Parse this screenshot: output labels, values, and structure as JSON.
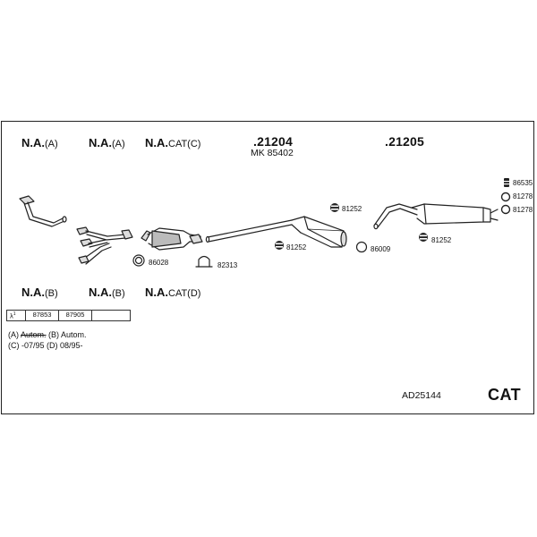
{
  "labels": {
    "na_a1": {
      "main": "N.A.",
      "suffix": "(A)"
    },
    "na_a2": {
      "main": "N.A.",
      "suffix": "(A)"
    },
    "na_cat_c": {
      "main": "N.A.",
      "suffix": "CAT(C)"
    },
    "na_b1": {
      "main": "N.A.",
      "suffix": "(B)"
    },
    "na_b2": {
      "main": "N.A.",
      "suffix": "(B)"
    },
    "na_cat_d": {
      "main": "N.A.",
      "suffix": "CAT(D)"
    }
  },
  "part_numbers": {
    "p21204": ".21204",
    "mk": "MK 85402",
    "p21205": ".21205",
    "p86535": "86535",
    "p81278a": "81278",
    "p81278b": "81278",
    "p81252a": "81252",
    "p81252b": "81252",
    "p81252c": "81252",
    "p86009": "86009",
    "p86028": "86028",
    "p82313": "82313"
  },
  "lambda_table": {
    "symbol": "λ",
    "cells": [
      "87853",
      "87905",
      ""
    ]
  },
  "notes": {
    "line1_prefix": "(A) ",
    "line1_strike": "Autom.",
    "line1_rest": " (B) Autom.",
    "line2": "(C) -07/95 (D) 08/95-"
  },
  "footer": {
    "code": "AD25144",
    "type": "CAT"
  }
}
